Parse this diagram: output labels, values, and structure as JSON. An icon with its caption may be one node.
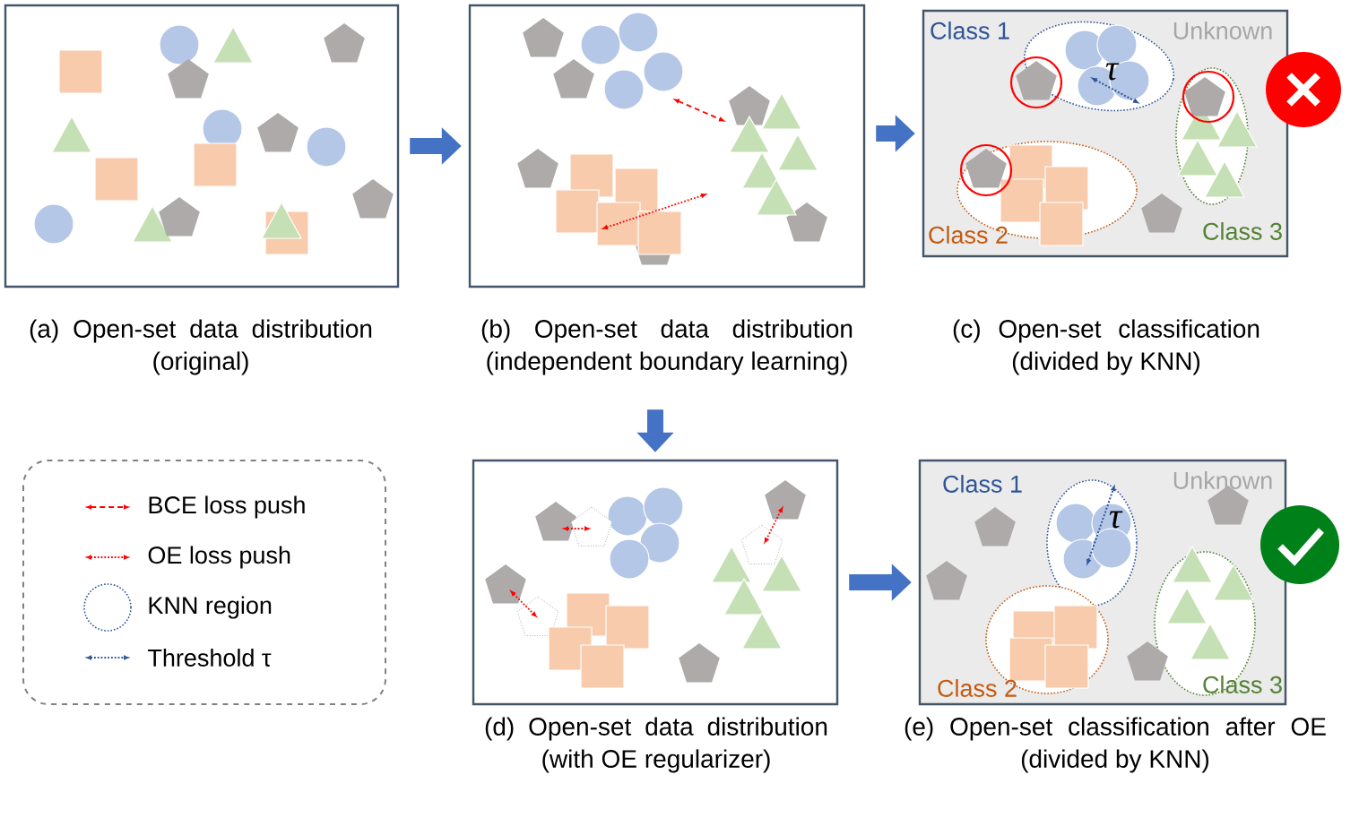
{
  "diagram": {
    "nodes": [
      {
        "text": [],
        "shape": "box",
        "beside": [
          "(a) Open-set data distribution (original)"
        ]
      },
      {
        "text": [],
        "shape": "box",
        "beside": [
          "(b) Open-set data distribution (independent boundary learning)"
        ]
      },
      {
        "text": [
          "Class 1",
          "Unknown",
          "τ",
          "Class 2",
          "Class 3"
        ],
        "beside": [
          "(c) Open-set classification (divided by KNN)"
        ]
      },
      {
        "text": [],
        "shape": "box",
        "beside": [
          "(d) Open-set data distribution (with OE regularizer)"
        ]
      },
      {
        "text": [
          "Class 1",
          "Unknown",
          "τ",
          "Class 2",
          "Class 3"
        ],
        "beside": [
          "(e) Open-set classification after OE (divided by KNN)"
        ]
      }
    ],
    "edges": [
      {
        "from": 0,
        "to": 1,
        "arrow": "to"
      },
      {
        "from": 1,
        "to": 2,
        "arrow": "to"
      },
      {
        "from": 1,
        "to": 3,
        "arrow": "to"
      },
      {
        "from": 3,
        "to": 4,
        "arrow": "to"
      }
    ],
    "legend": [
      {
        "text": "BCE loss push"
      },
      {
        "text": "OE loss push"
      },
      {
        "text": "KNN region"
      },
      {
        "text": "Threshold τ"
      }
    ]
  }
}
